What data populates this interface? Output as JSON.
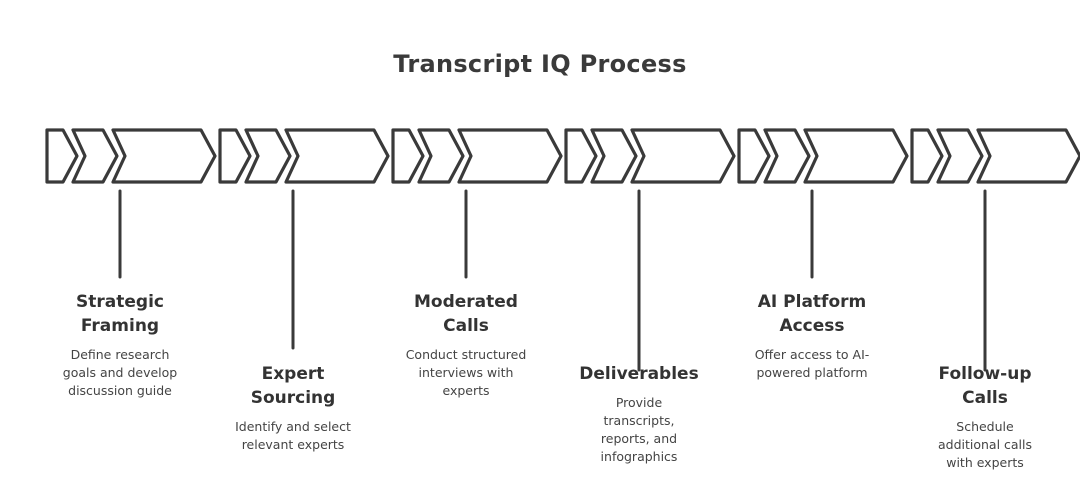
{
  "diagram": {
    "title": "Transcript IQ Process",
    "stroke_color": "#3a3a3a",
    "steps": [
      {
        "id": "strategic-framing",
        "title_lines": [
          "Strategic",
          "Framing"
        ],
        "desc_lines": [
          "Define research",
          "goals and develop",
          "discussion guide"
        ]
      },
      {
        "id": "expert-sourcing",
        "title_lines": [
          "Expert",
          "Sourcing"
        ],
        "desc_lines": [
          "Identify and select",
          "relevant experts"
        ]
      },
      {
        "id": "moderated-calls",
        "title_lines": [
          "Moderated",
          "Calls"
        ],
        "desc_lines": [
          "Conduct structured",
          "interviews with",
          "experts"
        ]
      },
      {
        "id": "deliverables",
        "title_lines": [
          "Deliverables"
        ],
        "desc_lines": [
          "Provide",
          "transcripts,",
          "reports, and",
          "infographics"
        ]
      },
      {
        "id": "ai-platform-access",
        "title_lines": [
          "AI Platform",
          "Access"
        ],
        "desc_lines": [
          "Offer access to AI-",
          "powered platform"
        ]
      },
      {
        "id": "follow-up-calls",
        "title_lines": [
          "Follow-up",
          "Calls"
        ],
        "desc_lines": [
          "Schedule",
          "additional calls",
          "with experts"
        ]
      }
    ]
  }
}
